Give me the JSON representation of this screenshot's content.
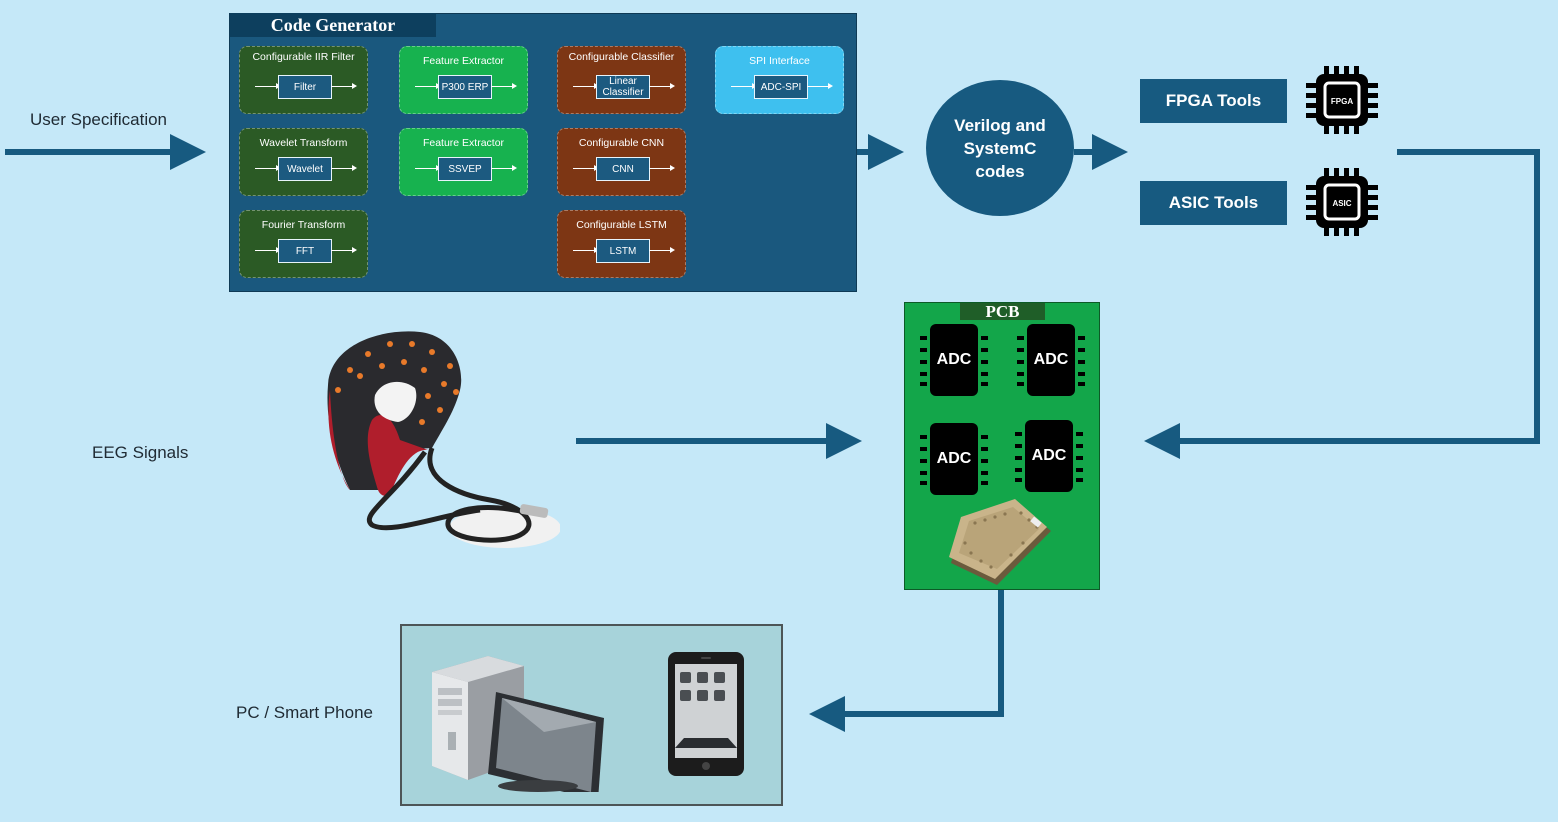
{
  "labels": {
    "user_spec": "User Specification",
    "eeg": "EEG Signals",
    "pc_phone": "PC / Smart Phone"
  },
  "code_generator": {
    "title": "Code Generator",
    "modules": [
      {
        "title": "Configurable IIR Filter",
        "block": "Filter"
      },
      {
        "title": "Feature Extractor",
        "block": "P300 ERP"
      },
      {
        "title": "Configurable Classifier",
        "block": "Linear Classifier"
      },
      {
        "title": "SPI Interface",
        "block": "ADC-SPI"
      },
      {
        "title": "Wavelet Transform",
        "block": "Wavelet"
      },
      {
        "title": "Feature Extractor",
        "block": "SSVEP"
      },
      {
        "title": "Configurable CNN",
        "block": "CNN"
      },
      {
        "title": "Fourier Transform",
        "block": "FFT"
      },
      {
        "title": "Configurable LSTM",
        "block": "LSTM"
      }
    ]
  },
  "verilog": {
    "text": "Verilog and SystemC codes"
  },
  "tools": {
    "fpga": "FPGA Tools",
    "asic": "ASIC Tools",
    "fpga_chip": "FPGA",
    "asic_chip": "ASIC"
  },
  "pcb": {
    "title": "PCB",
    "adcs": [
      "ADC",
      "ADC",
      "ADC",
      "ADC"
    ]
  },
  "colors": {
    "background": "#c5e8f8",
    "panel": "#1a587e",
    "arrow": "#175a80",
    "dark_green": "#2b5a25",
    "light_green": "#17b24f",
    "brown": "#7d3614",
    "light_blue": "#3ec0ef",
    "pcb_green": "#13a64a"
  }
}
